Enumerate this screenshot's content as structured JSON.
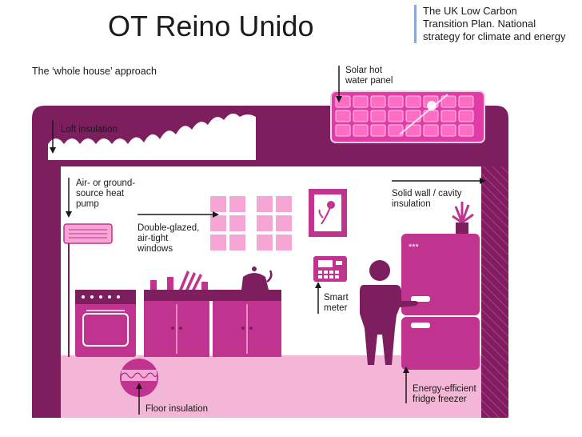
{
  "slide": {
    "title": "OT Reino Unido",
    "note_lines": [
      "The UK Low Carbon",
      "Transition Plan. National",
      "strategy for climate and energy"
    ]
  },
  "diagram": {
    "heading": "The ‘whole house’ approach",
    "labels": {
      "solar": [
        "Solar hot",
        "water panel"
      ],
      "loft": [
        "Loft insulation"
      ],
      "heat_pump": [
        "Air- or ground-",
        "source heat",
        "pump"
      ],
      "windows": [
        "Double-glazed,",
        "air-tight",
        "windows"
      ],
      "wall": [
        "Solid wall / cavity",
        "insulation"
      ],
      "meter": [
        "Smart",
        "meter"
      ],
      "floor": [
        "Floor insulation"
      ],
      "fridge": [
        "Energy-efficient",
        "fridge freezer"
      ],
      "fridge_stars": "***"
    },
    "colors": {
      "roof": "#7d1e5e",
      "magenta": "#c0348f",
      "pink_light": "#f6a6d4",
      "floor": "#f4b6d6",
      "solar_panel": "#e23ca6",
      "dark": "#7a1e5b"
    },
    "icons": [
      "solar-panel-icon",
      "heat-pump-icon",
      "oven-icon",
      "kettle-icon",
      "smart-meter-icon",
      "person-icon",
      "fridge-icon",
      "plant-icon",
      "picture-frame-icon"
    ]
  }
}
